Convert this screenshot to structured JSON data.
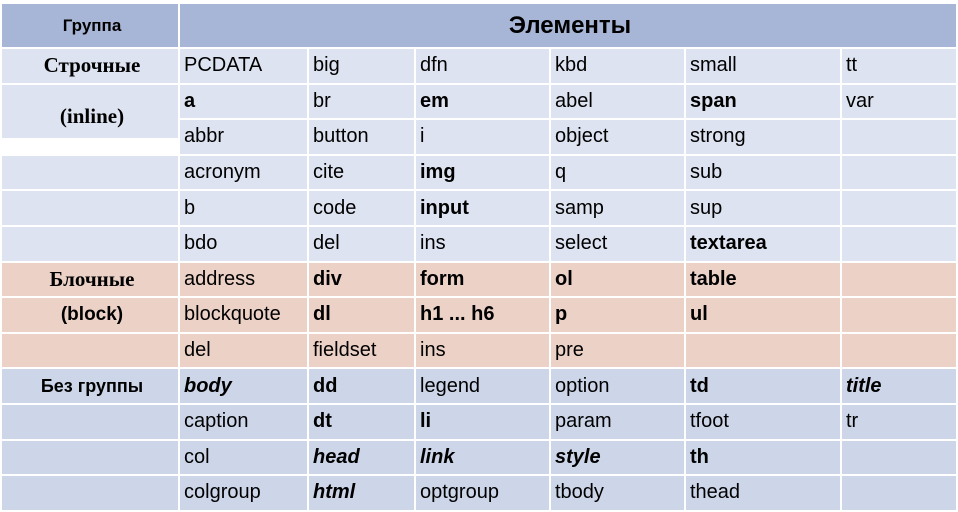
{
  "header": {
    "group": "Группа",
    "elements": "Элементы"
  },
  "rows": [
    {
      "group": "Строчные",
      "cells": [
        "PCDATA",
        "big",
        "dfn",
        "kbd",
        "small",
        "tt"
      ]
    },
    {
      "group": "",
      "cells": [
        "a",
        "br",
        "em",
        "abel",
        "span",
        "var"
      ]
    },
    {
      "group": "(inline)",
      "cells": [
        "abbr",
        "button",
        "i",
        "object",
        "strong",
        ""
      ]
    },
    {
      "group": "",
      "cells": [
        "acronym",
        "cite",
        "img",
        "q",
        "sub",
        ""
      ]
    },
    {
      "group": "",
      "cells": [
        "b",
        "code",
        "input",
        "samp",
        "sup",
        ""
      ]
    },
    {
      "group": "",
      "cells": [
        "bdo",
        "del",
        "ins",
        "select",
        "textarea",
        ""
      ]
    },
    {
      "group": "Блочные",
      "cells": [
        "address",
        "div",
        "form",
        "ol",
        "table",
        ""
      ]
    },
    {
      "group": "(block)",
      "cells": [
        "blockquote",
        "dl",
        "h1 ... h6",
        "p",
        "ul",
        ""
      ]
    },
    {
      "group": "",
      "cells": [
        "del",
        "fieldset",
        "ins",
        "pre",
        "",
        ""
      ]
    },
    {
      "group": "Без группы",
      "cells": [
        "body",
        "dd",
        "legend",
        "option",
        "td",
        "title"
      ]
    },
    {
      "group": "",
      "cells": [
        "caption",
        "dt",
        "li",
        "param",
        "tfoot",
        "tr"
      ]
    },
    {
      "group": "",
      "cells": [
        "col",
        "head",
        "link",
        "style",
        "th",
        ""
      ]
    },
    {
      "group": "",
      "cells": [
        "colgroup",
        "html",
        "optgroup",
        "tbody",
        "thead",
        ""
      ]
    }
  ],
  "colors": {
    "header": "#a7b6d6",
    "inline_rows": "#dde3f0",
    "block_rows": "#ecd1c6",
    "nogroup_rows": "#cdd6e9"
  }
}
